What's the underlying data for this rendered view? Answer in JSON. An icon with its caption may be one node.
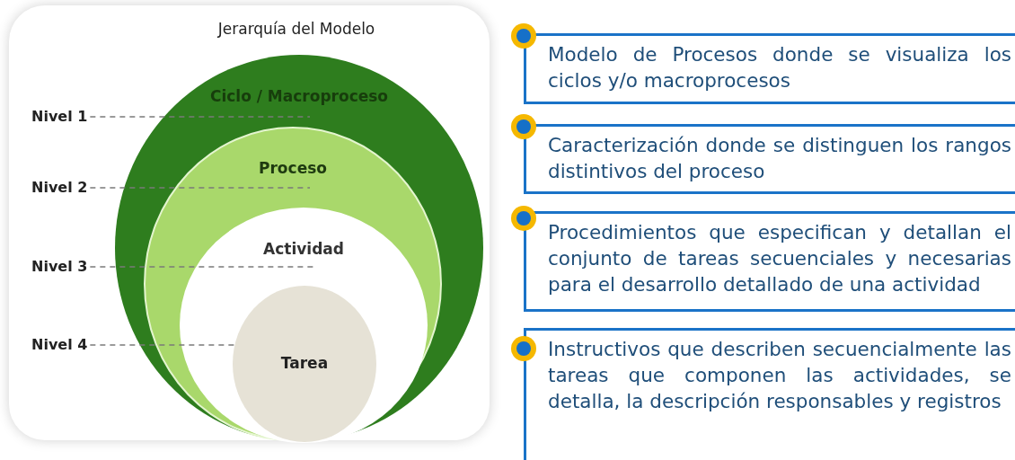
{
  "diagram": {
    "title": "Jerarquía del Modelo",
    "nodes": [
      {
        "text": [
          "Ciclo / Macroproceso"
        ]
      },
      {
        "text": [
          "Proceso"
        ],
        "in": 0
      },
      {
        "text": [
          "Actividad"
        ],
        "in": 1
      },
      {
        "text": [
          "Tarea"
        ],
        "in": 2
      },
      {
        "text": [
          "Nivel 1"
        ]
      },
      {
        "text": [
          "Nivel 2"
        ]
      },
      {
        "text": [
          "Nivel 3"
        ]
      },
      {
        "text": [
          "Nivel 4"
        ]
      },
      {
        "text": [
          "Modelo de Procesos donde se visualiza los ciclos y/o macroprocesos"
        ]
      },
      {
        "text": [
          "Caracterización donde se distinguen los rangos distintivos del proceso"
        ]
      },
      {
        "text": [
          "Procedimientos que especifican y detallan el conjunto de tareas secuenciales y necesarias para el desarrollo detallado de una actividad"
        ]
      },
      {
        "text": [
          "Instructivos que describen secuencialmente las tareas que componen las actividades, se detalla, la descripción responsables y registros"
        ]
      }
    ],
    "edges": [
      {
        "from": 4,
        "to": 0,
        "arrow": "none",
        "style": "dashed"
      },
      {
        "from": 5,
        "to": 1,
        "arrow": "none",
        "style": "dashed"
      },
      {
        "from": 6,
        "to": 2,
        "arrow": "none",
        "style": "dashed"
      },
      {
        "from": 7,
        "to": 3,
        "arrow": "none",
        "style": "dashed"
      }
    ]
  }
}
